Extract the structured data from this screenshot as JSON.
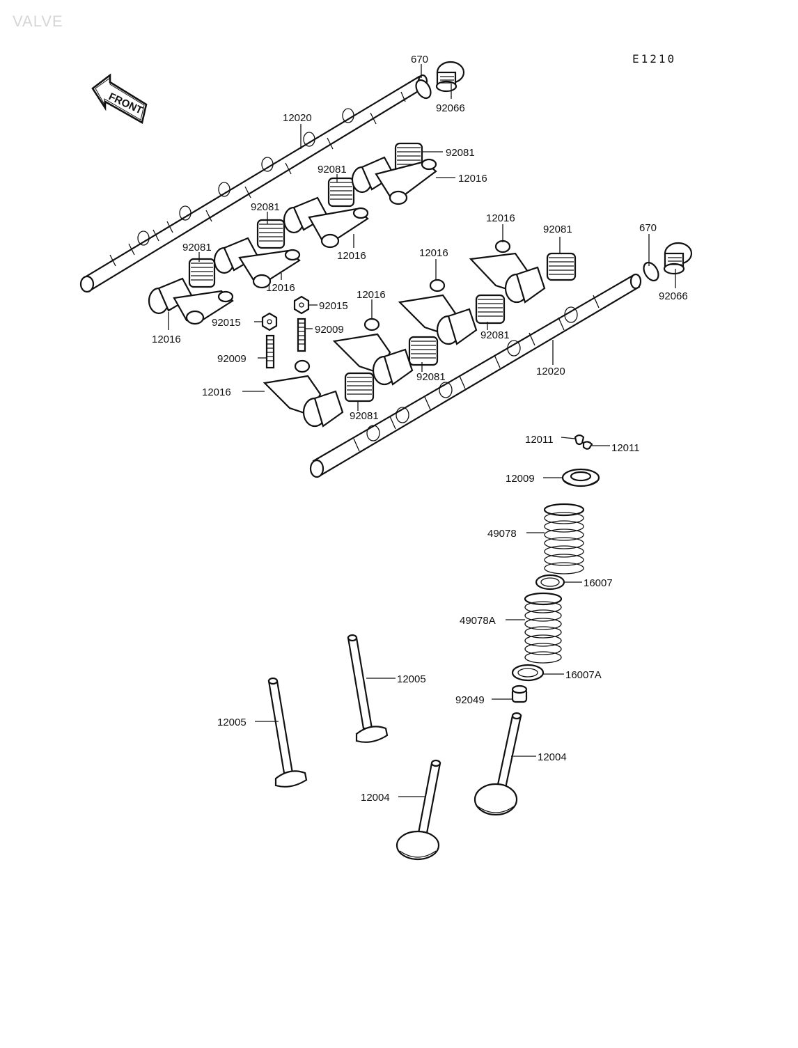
{
  "title": "VALVE",
  "figure_code": "E1210",
  "front_arrow_label": "FRONT",
  "parts": {
    "plug_left": "670",
    "cap_left": "92066",
    "cam_rear": "12020",
    "spring_a": "92081",
    "rocker_a": "12016",
    "spring_b": "92081",
    "rocker_b": "12016",
    "spring_c": "92081",
    "rocker_c": "12016",
    "spring_d": "92081",
    "rocker_d": "12016",
    "nut_a": "92015",
    "nut_b": "92015",
    "screw_a": "92009",
    "screw_b": "92009",
    "rocker_e": "12016",
    "rocker_f": "12016",
    "rocker_g": "12016",
    "rocker_h": "12016",
    "spring_e": "92081",
    "spring_f": "92081",
    "spring_g": "92081",
    "spring_h": "92081",
    "plug_right": "670",
    "cap_right": "92066",
    "cam_front": "12020",
    "cotter_a": "12011",
    "cotter_b": "12011",
    "retainer": "12009",
    "outer_spring": "49078",
    "seat_a": "16007",
    "inner_spring": "49078A",
    "seat_b": "16007A",
    "stem_seal": "92049",
    "exhaust_valve_a": "12005",
    "exhaust_valve_b": "12005",
    "intake_valve_a": "12004",
    "intake_valve_b": "12004"
  }
}
